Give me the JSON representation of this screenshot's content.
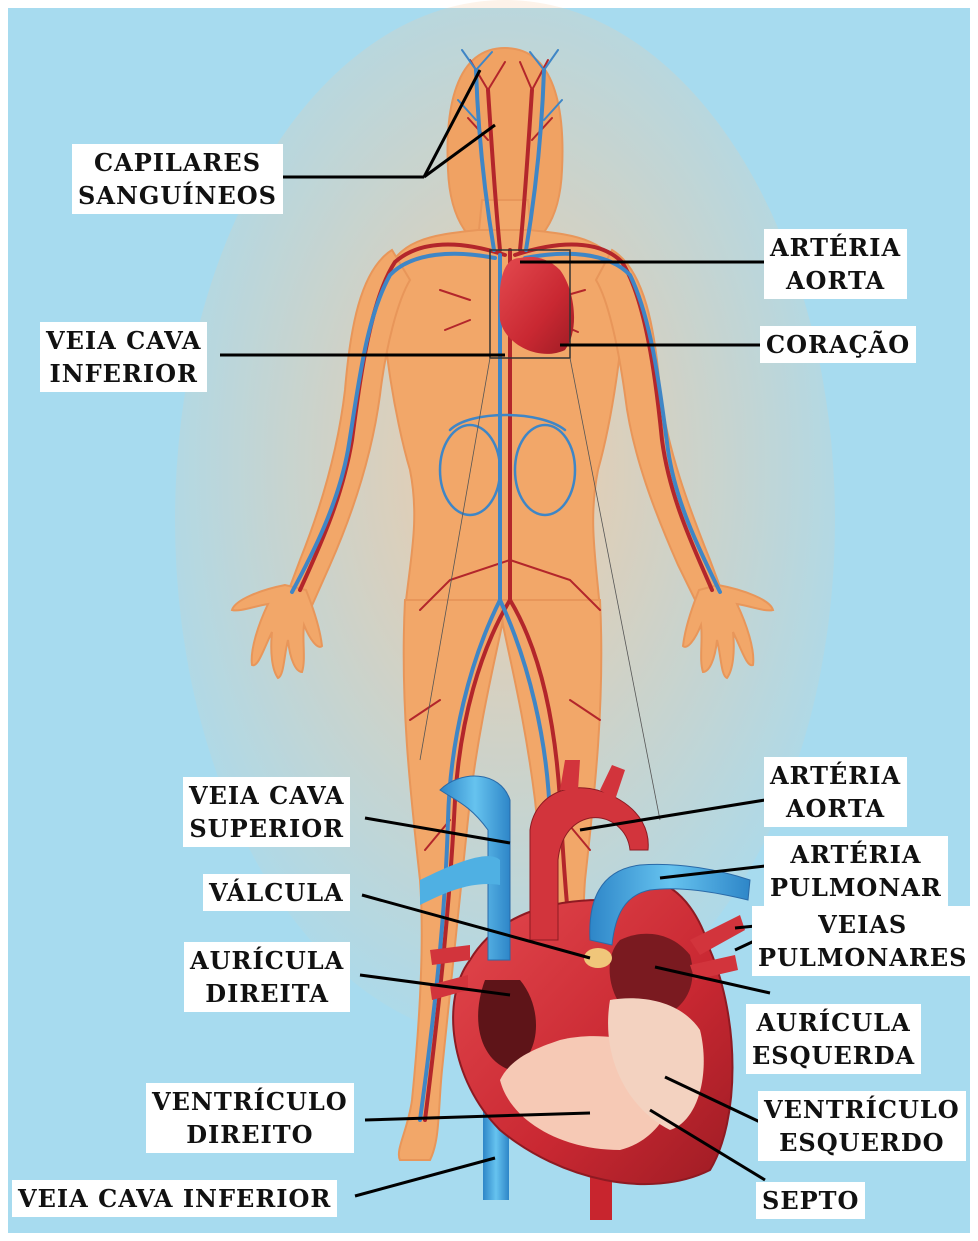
{
  "colors": {
    "background": "#a7dbef",
    "body": "#f2a769",
    "artery": "#b3262b",
    "vein": "#3f86c6",
    "vein_light": "#4fb0e3",
    "heart": "#d2343c",
    "label_bg": "#ffffff",
    "label_text": "#111111"
  },
  "labels": {
    "capilares": [
      "CAPILARES",
      "SANGUÍNEOS"
    ],
    "arteria_aorta_top": [
      "ARTÉRIA",
      "AORTA"
    ],
    "veia_cava_inferior_top": [
      "VEIA CAVA",
      "INFERIOR"
    ],
    "coracao": [
      "CORAÇÃO"
    ],
    "arteria_aorta": [
      "ARTÉRIA",
      "AORTA"
    ],
    "veia_cava_superior": [
      "VEIA CAVA",
      "SUPERIOR"
    ],
    "arteria_pulmonar": [
      "ARTÉRIA",
      "PULMONAR"
    ],
    "valcula": [
      "VÁLCULA"
    ],
    "veias_pulmonares": [
      "VEIAS",
      "PULMONARES"
    ],
    "auricula_direita": [
      "AURÍCULA",
      "DIREITA"
    ],
    "auricula_esquerda": [
      "AURÍCULA",
      "ESQUERDA"
    ],
    "ventriculo_direito": [
      "VENTRÍCULO",
      "DIREITO"
    ],
    "ventriculo_esquerdo": [
      "VENTRÍCULO",
      "ESQUERDO"
    ],
    "veia_cava_inferior": [
      "VEIA CAVA INFERIOR"
    ],
    "septo": [
      "SEPTO"
    ]
  }
}
